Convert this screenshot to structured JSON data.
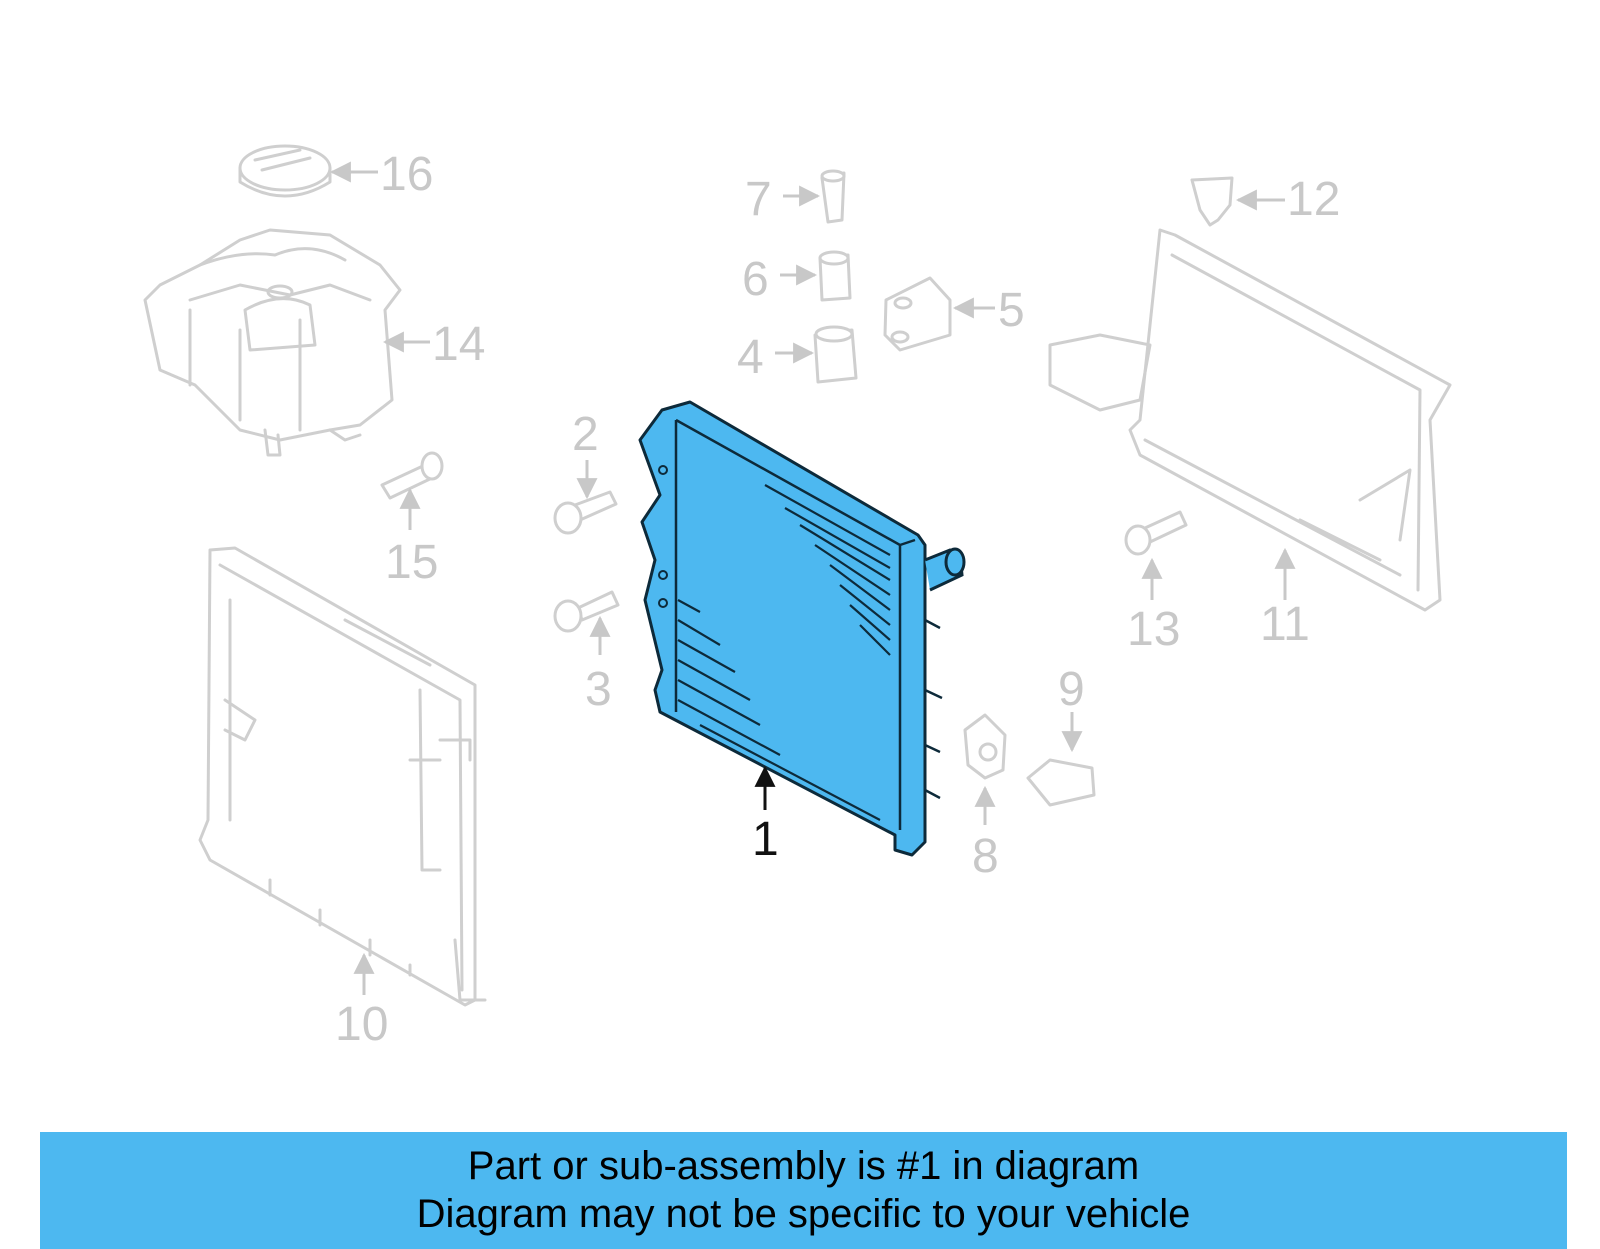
{
  "diagram": {
    "highlight_color": "#4db8f0",
    "ghost_color": "#cfcfcf",
    "main_part_callout": "1",
    "callouts": [
      "2",
      "3",
      "4",
      "5",
      "6",
      "7",
      "8",
      "9",
      "10",
      "11",
      "12",
      "13",
      "14",
      "15",
      "16"
    ]
  },
  "banner": {
    "line1": "Part or sub-assembly is #1 in diagram",
    "line2": "Diagram may not be specific to your vehicle"
  }
}
